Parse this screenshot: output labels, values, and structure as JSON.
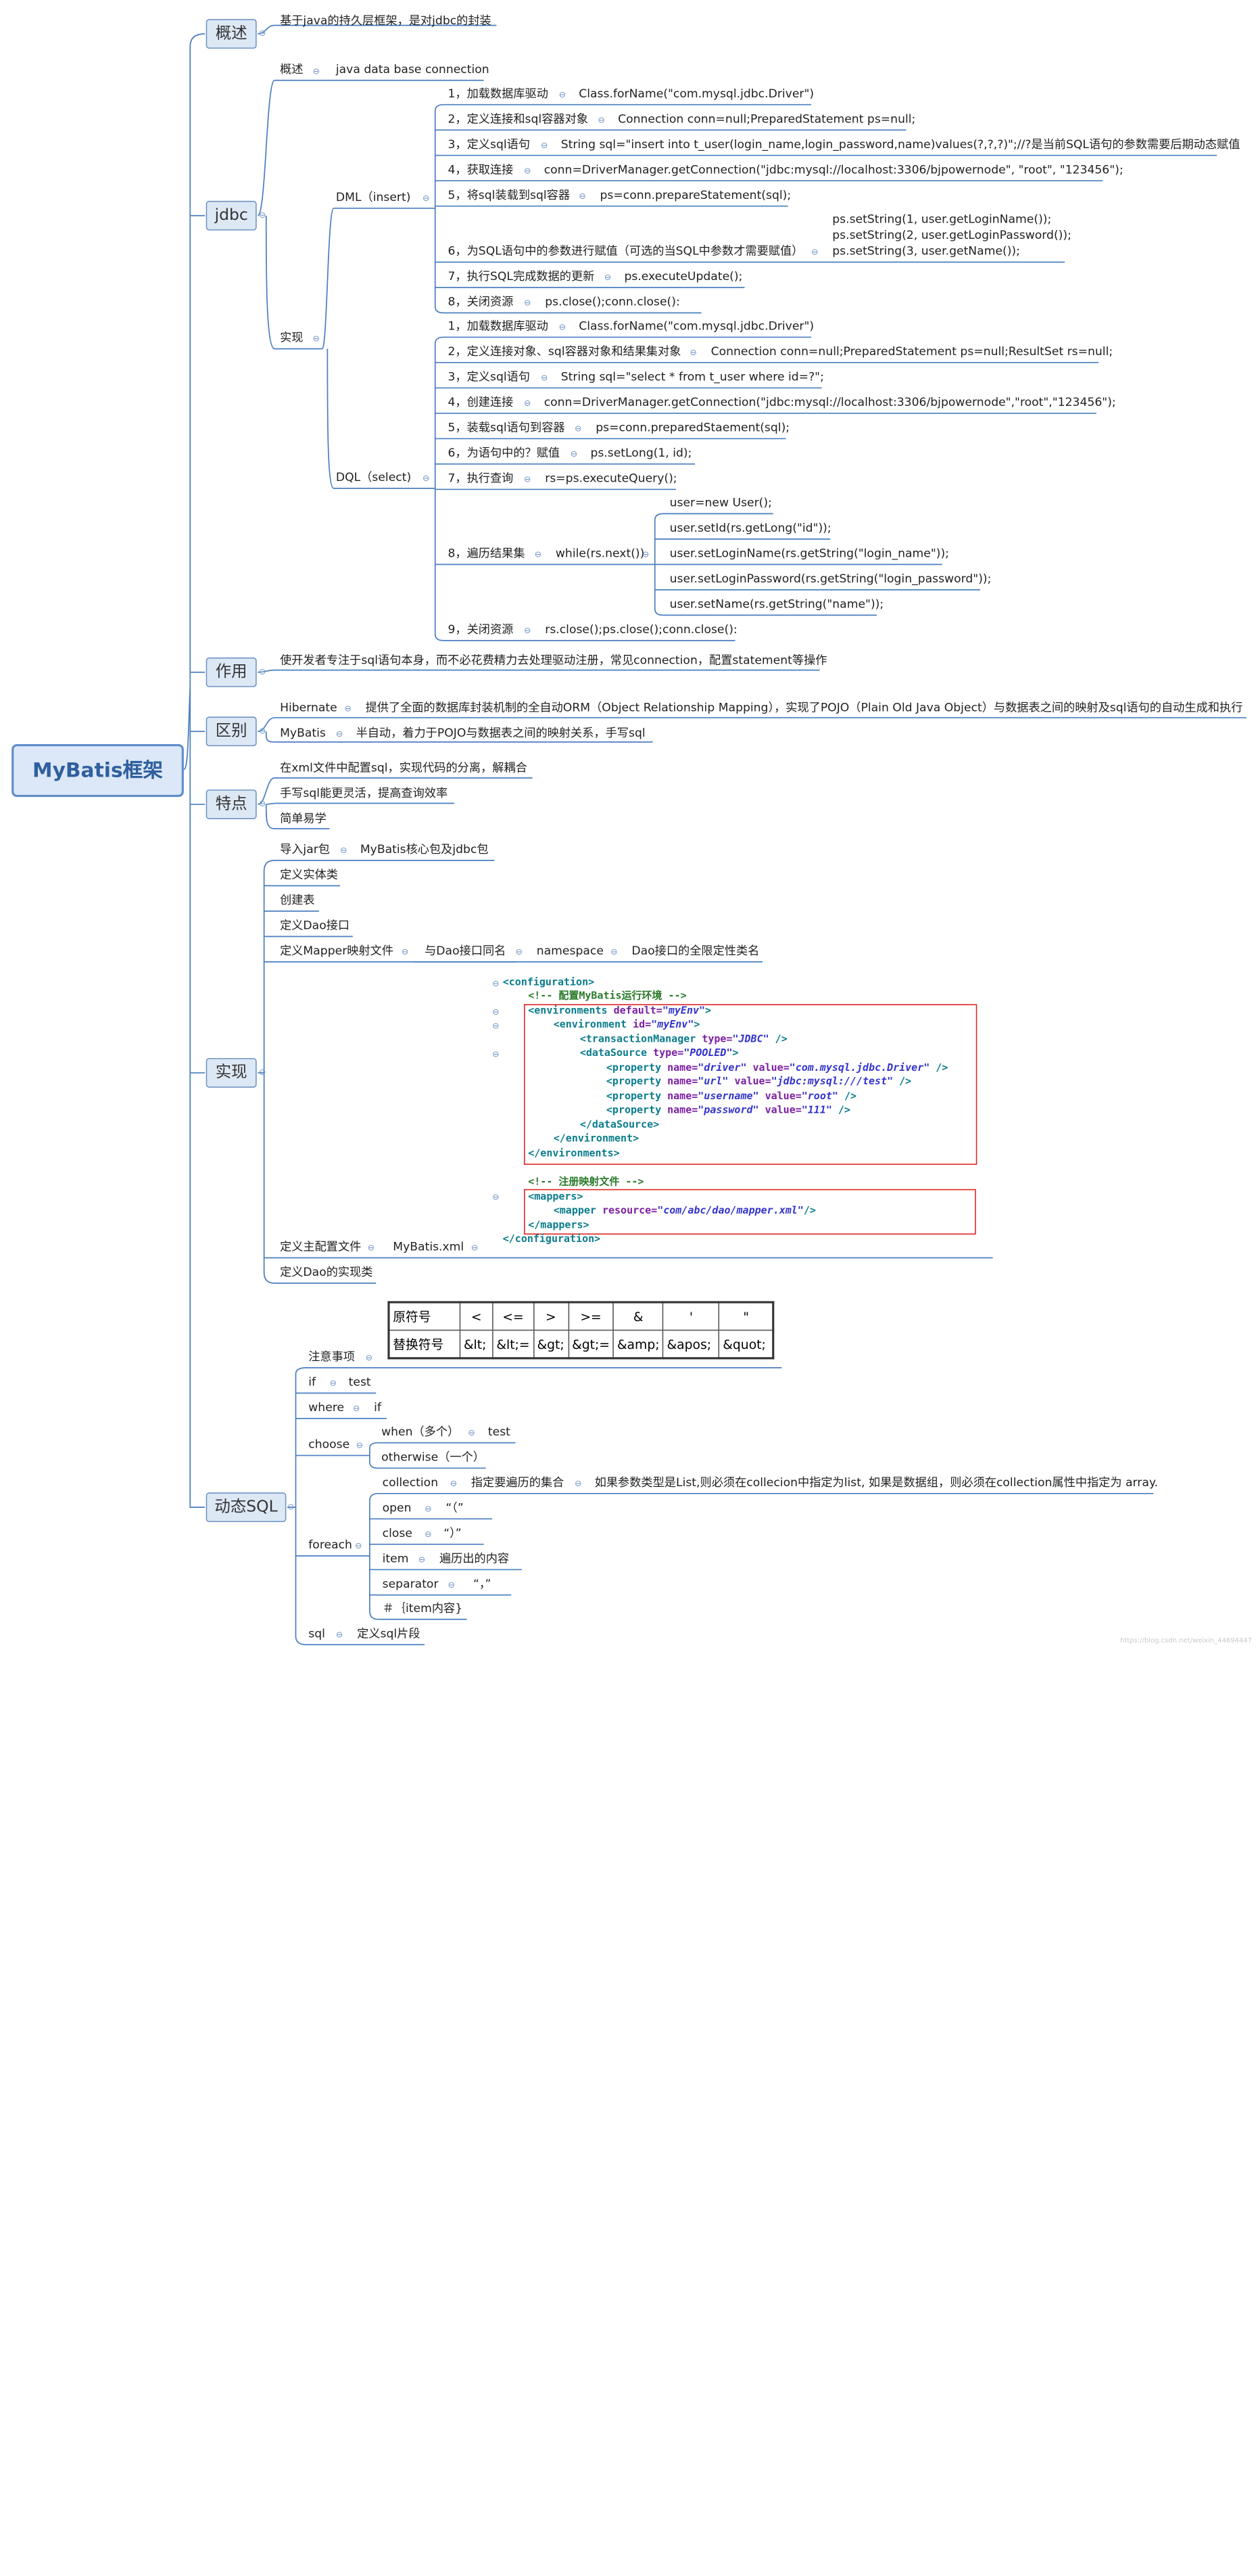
{
  "root": "MyBatis框架",
  "sections": {
    "overview": {
      "label": "概述",
      "text": "基于java的持久层框架，是对jdbc的封装"
    },
    "jdbc": {
      "label": "jdbc",
      "overview_label": "概述",
      "overview_text": "java data base connection",
      "impl_label": "实现",
      "dml": {
        "label": "DML（insert)",
        "steps": [
          {
            "step": "1，加载数据库驱动",
            "detail": "Class.forName(\"com.mysql.jdbc.Driver\")"
          },
          {
            "step": "2，定义连接和sql容器对象",
            "detail": "Connection conn=null;PreparedStatement ps=null;"
          },
          {
            "step": "3，定义sql语句",
            "detail": "String sql=\"insert into t_user(login_name,login_password,name)values(?,?,?)\";//?是当前SQL语句的参数需要后期动态赋值"
          },
          {
            "step": "4，获取连接",
            "detail": "conn=DriverManager.getConnection(\"jdbc:mysql://localhost:3306/bjpowernode\", \"root\", \"123456\");"
          },
          {
            "step": "5，将sql装载到sql容器",
            "detail": "ps=conn.prepareStatement(sql);"
          },
          {
            "step": "6，为SQL语句中的参数进行赋值（可选的当SQL中参数才需要赋值）",
            "detail_lines": [
              "ps.setString(1, user.getLoginName());",
              "ps.setString(2, user.getLoginPassword());",
              "ps.setString(3, user.getName());"
            ]
          },
          {
            "step": "7，执行SQL完成数据的更新",
            "detail": "ps.executeUpdate();"
          },
          {
            "step": "8，关闭资源",
            "detail": "ps.close();conn.close():"
          }
        ]
      },
      "dql": {
        "label": "DQL（select)",
        "steps": [
          {
            "step": "1，加载数据库驱动",
            "detail": "Class.forName(\"com.mysql.jdbc.Driver\")"
          },
          {
            "step": "2，定义连接对象、sql容器对象和结果集对象",
            "detail": "Connection conn=null;PreparedStatement ps=null;ResultSet rs=null;"
          },
          {
            "step": "3，定义sql语句",
            "detail": "String sql=\"select *  from t_user where id=?\";"
          },
          {
            "step": "4，创建连接",
            "detail": "conn=DriverManager.getConnection(\"jdbc:mysql://localhost:3306/bjpowernode\",\"root\",\"123456\");"
          },
          {
            "step": "5，装载sql语句到容器",
            "detail": "ps=conn.preparedStaement(sql);"
          },
          {
            "step": "6，为语句中的？赋值",
            "detail": "ps.setLong(1, id);"
          },
          {
            "step": "7，执行查询",
            "detail": "rs=ps.executeQuery();"
          },
          {
            "step": "8，遍历结果集",
            "detail": "while(rs.next())",
            "children": [
              "user=new User();",
              "user.setId(rs.getLong(\"id\"));",
              "user.setLoginName(rs.getString(\"login_name\"));",
              "user.setLoginPassword(rs.getString(\"login_password\"));",
              "user.setName(rs.getString(\"name\"));"
            ]
          },
          {
            "step": "9，关闭资源",
            "detail": "rs.close();ps.close();conn.close():"
          }
        ]
      }
    },
    "purpose": {
      "label": "作用",
      "text": "使开发者专注于sql语句本身，而不必花费精力去处理驱动注册，常见connection，配置statement等操作"
    },
    "difference": {
      "label": "区别",
      "items": [
        {
          "name": "Hibernate",
          "text": "提供了全面的数据库封装机制的全自动ORM（Object Relationship Mapping），实现了POJO（Plain Old Java Object）与数据表之间的映射及sql语句的自动生成和执行"
        },
        {
          "name": "MyBatis",
          "text": "半自动，着力于POJO与数据表之间的映射关系，手写sql"
        }
      ]
    },
    "features": {
      "label": "特点",
      "items": [
        "在xml文件中配置sql，实现代码的分离，解耦合",
        "手写sql能更灵活，提高查询效率",
        "简单易学"
      ]
    },
    "implementation": {
      "label": "实现",
      "import_jar": "导入jar包",
      "import_jar_detail": "MyBatis核心包及jdbc包",
      "entity": "定义实体类",
      "table": "创建表",
      "dao_interface": "定义Dao接口",
      "mapper": "定义Mapper映射文件",
      "mapper_same_name": "与Dao接口同名",
      "mapper_namespace": "namespace",
      "mapper_fqcn": "Dao接口的全限定性类名",
      "main_config": "定义主配置文件",
      "main_config_file": "MyBatis.xml",
      "dao_impl": "定义Dao的实现类",
      "xml": {
        "configuration_open": "<configuration>",
        "comment1": "<!-- 配置MyBatis运行环境 -->",
        "env_default": "myEnv",
        "env_id": "myEnv",
        "tx_type": "JDBC",
        "ds_type": "POOLED",
        "props": [
          {
            "name": "driver",
            "value": "com.mysql.jdbc.Driver"
          },
          {
            "name": "url",
            "value": "jdbc:mysql:///test"
          },
          {
            "name": "username",
            "value": "root"
          },
          {
            "name": "password",
            "value": "111"
          }
        ],
        "comment2": "<!-- 注册映射文件 -->",
        "mapper_resource": "com/abc/dao/mapper.xml",
        "configuration_close": "</configuration>"
      }
    },
    "dynamic_sql": {
      "label": "动态SQL",
      "notes": "注意事项",
      "escape_table": {
        "row1": [
          "原符号",
          "<",
          "<=",
          ">",
          ">=",
          "&",
          "'",
          "\""
        ],
        "row2": [
          "替换符号",
          "&lt;",
          "&lt;=",
          "&gt;",
          "&gt;=",
          "&amp;",
          "&apos;",
          "&quot;"
        ]
      },
      "if_label": "if",
      "if_child": "test",
      "where_label": "where",
      "where_child": "if",
      "choose_label": "choose",
      "when_label": "when（多个）",
      "when_child": "test",
      "otherwise_label": "otherwise（一个）",
      "foreach_label": "foreach",
      "collection_label": "collection",
      "collection_desc": "指定要遍历的集合",
      "collection_note": "如果参数类型是List,则必须在collecion中指定为list, 如果是数据组，则必须在collection属性中指定为 array.",
      "open_label": "open",
      "open_val": "“（”",
      "close_label": "close",
      "close_val": "“）”",
      "item_label": "item",
      "item_val": "遍历出的内容",
      "separator_label": "separator",
      "separator_val": "“，”",
      "hash_item": "＃｛item内容}",
      "sql_label": "sql",
      "sql_desc": "定义sql片段"
    }
  },
  "watermark": "https://blog.csdn.net/weixin_44694447"
}
